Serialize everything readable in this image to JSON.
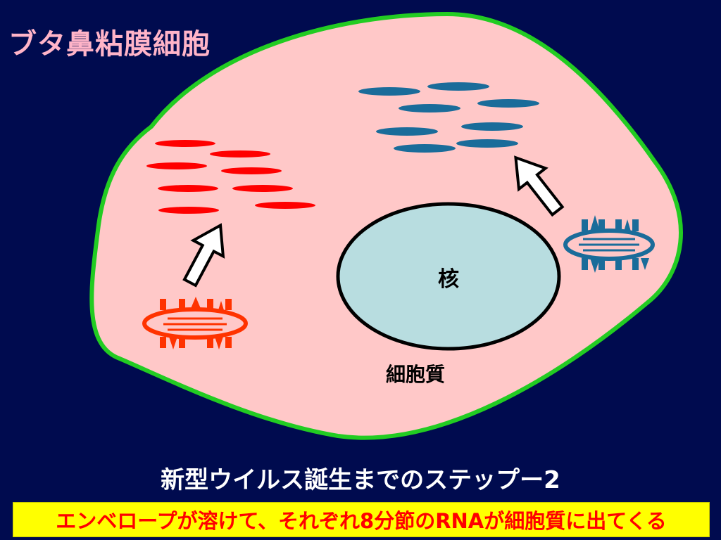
{
  "title": "ブタ鼻粘膜細胞",
  "labels": {
    "nucleus": "核",
    "cytoplasm": "細胞質"
  },
  "subtitle": "新型ウイルス誕生までのステップー2",
  "caption": "エンベロープが溶けて、それぞれ8分節のRNAが細胞質に出てくる",
  "colors": {
    "background": "#000b4f",
    "cell_fill": "#ffc8c8",
    "cell_border": "#22cc22",
    "nucleus_fill": "#b8dde0",
    "virus_red": "#ff3300",
    "rna_red": "#ff0000",
    "virus_blue": "#1a6c9a",
    "caption_bg": "#ffff00",
    "caption_text": "#ff0000",
    "title_text": "#ffb4c8"
  },
  "rna_segments_per_virus": 8
}
